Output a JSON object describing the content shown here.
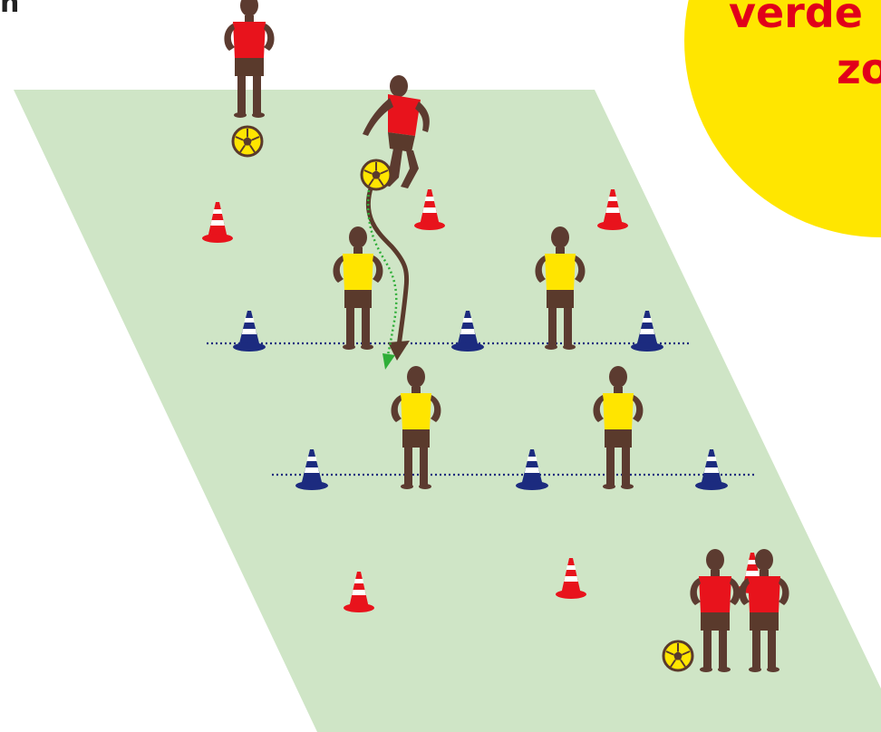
{
  "corner_label": "n",
  "badge": {
    "line1": "verde",
    "line2": "zo",
    "fill_color": "#ffe600",
    "text_color": "#e1001a"
  },
  "colors": {
    "field": "#cfe5c6",
    "attacker_shirt": "#e8131c",
    "defender_shirt": "#ffe500",
    "skin": "#5c3b30",
    "shorts": "#5a3a2c",
    "cone_red": "#e8131c",
    "cone_blue": "#1c2b7f",
    "dribble_path": "#5a3a2c",
    "pass_path": "#2fae38",
    "defense_line": "#1c2b7f"
  },
  "icons": [
    "soccer-ball-icon",
    "red-cone-icon",
    "blue-cone-icon",
    "player-icon"
  ]
}
